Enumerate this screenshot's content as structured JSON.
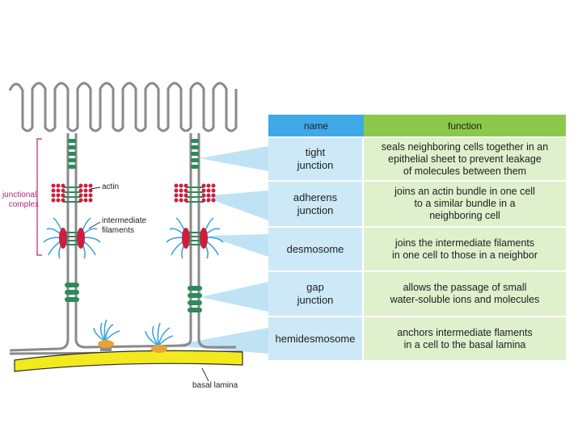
{
  "diagram_labels": {
    "junctional_complex": [
      "junctional",
      "complex"
    ],
    "actin": "actin",
    "intermediate_filaments": [
      "intermediate",
      "filaments"
    ],
    "basal_lamina": "basal lamina"
  },
  "table": {
    "header": {
      "name": "name",
      "function": "function"
    },
    "rows": [
      {
        "name": "tight\njunction",
        "function": "seals neighboring cells together in an\nepithelial sheet to prevent leakage\nof molecules between them"
      },
      {
        "name": "adherens\njunction",
        "function": "joins an actin bundle in one cell\nto a similar bundle in a\nneighboring cell"
      },
      {
        "name": "desmosome",
        "function": "joins the intermediate filaments\nin one cell to those in a neighbor"
      },
      {
        "name": "gap\njunction",
        "function": "allows the passage of small\nwater-soluble ions and molecules"
      },
      {
        "name": "hemidesmosome",
        "function": "anchors intermediate flaments\nin a cell to the basal lamina"
      }
    ]
  },
  "colors": {
    "header_name": "#3fa9e8",
    "header_function": "#8cc84a",
    "name_cell": "#cde9f8",
    "function_cell": "#dff0cc",
    "membrane": "#8a8a8a",
    "tight_junction": "#2e8a5a",
    "actin": "#cc1f3d",
    "intermediate_filaments": "#3aa5dc",
    "hemidesmosome": "#e8a23a",
    "basal_lamina": "#f2ea1e",
    "label_pink": "#b5257a"
  }
}
